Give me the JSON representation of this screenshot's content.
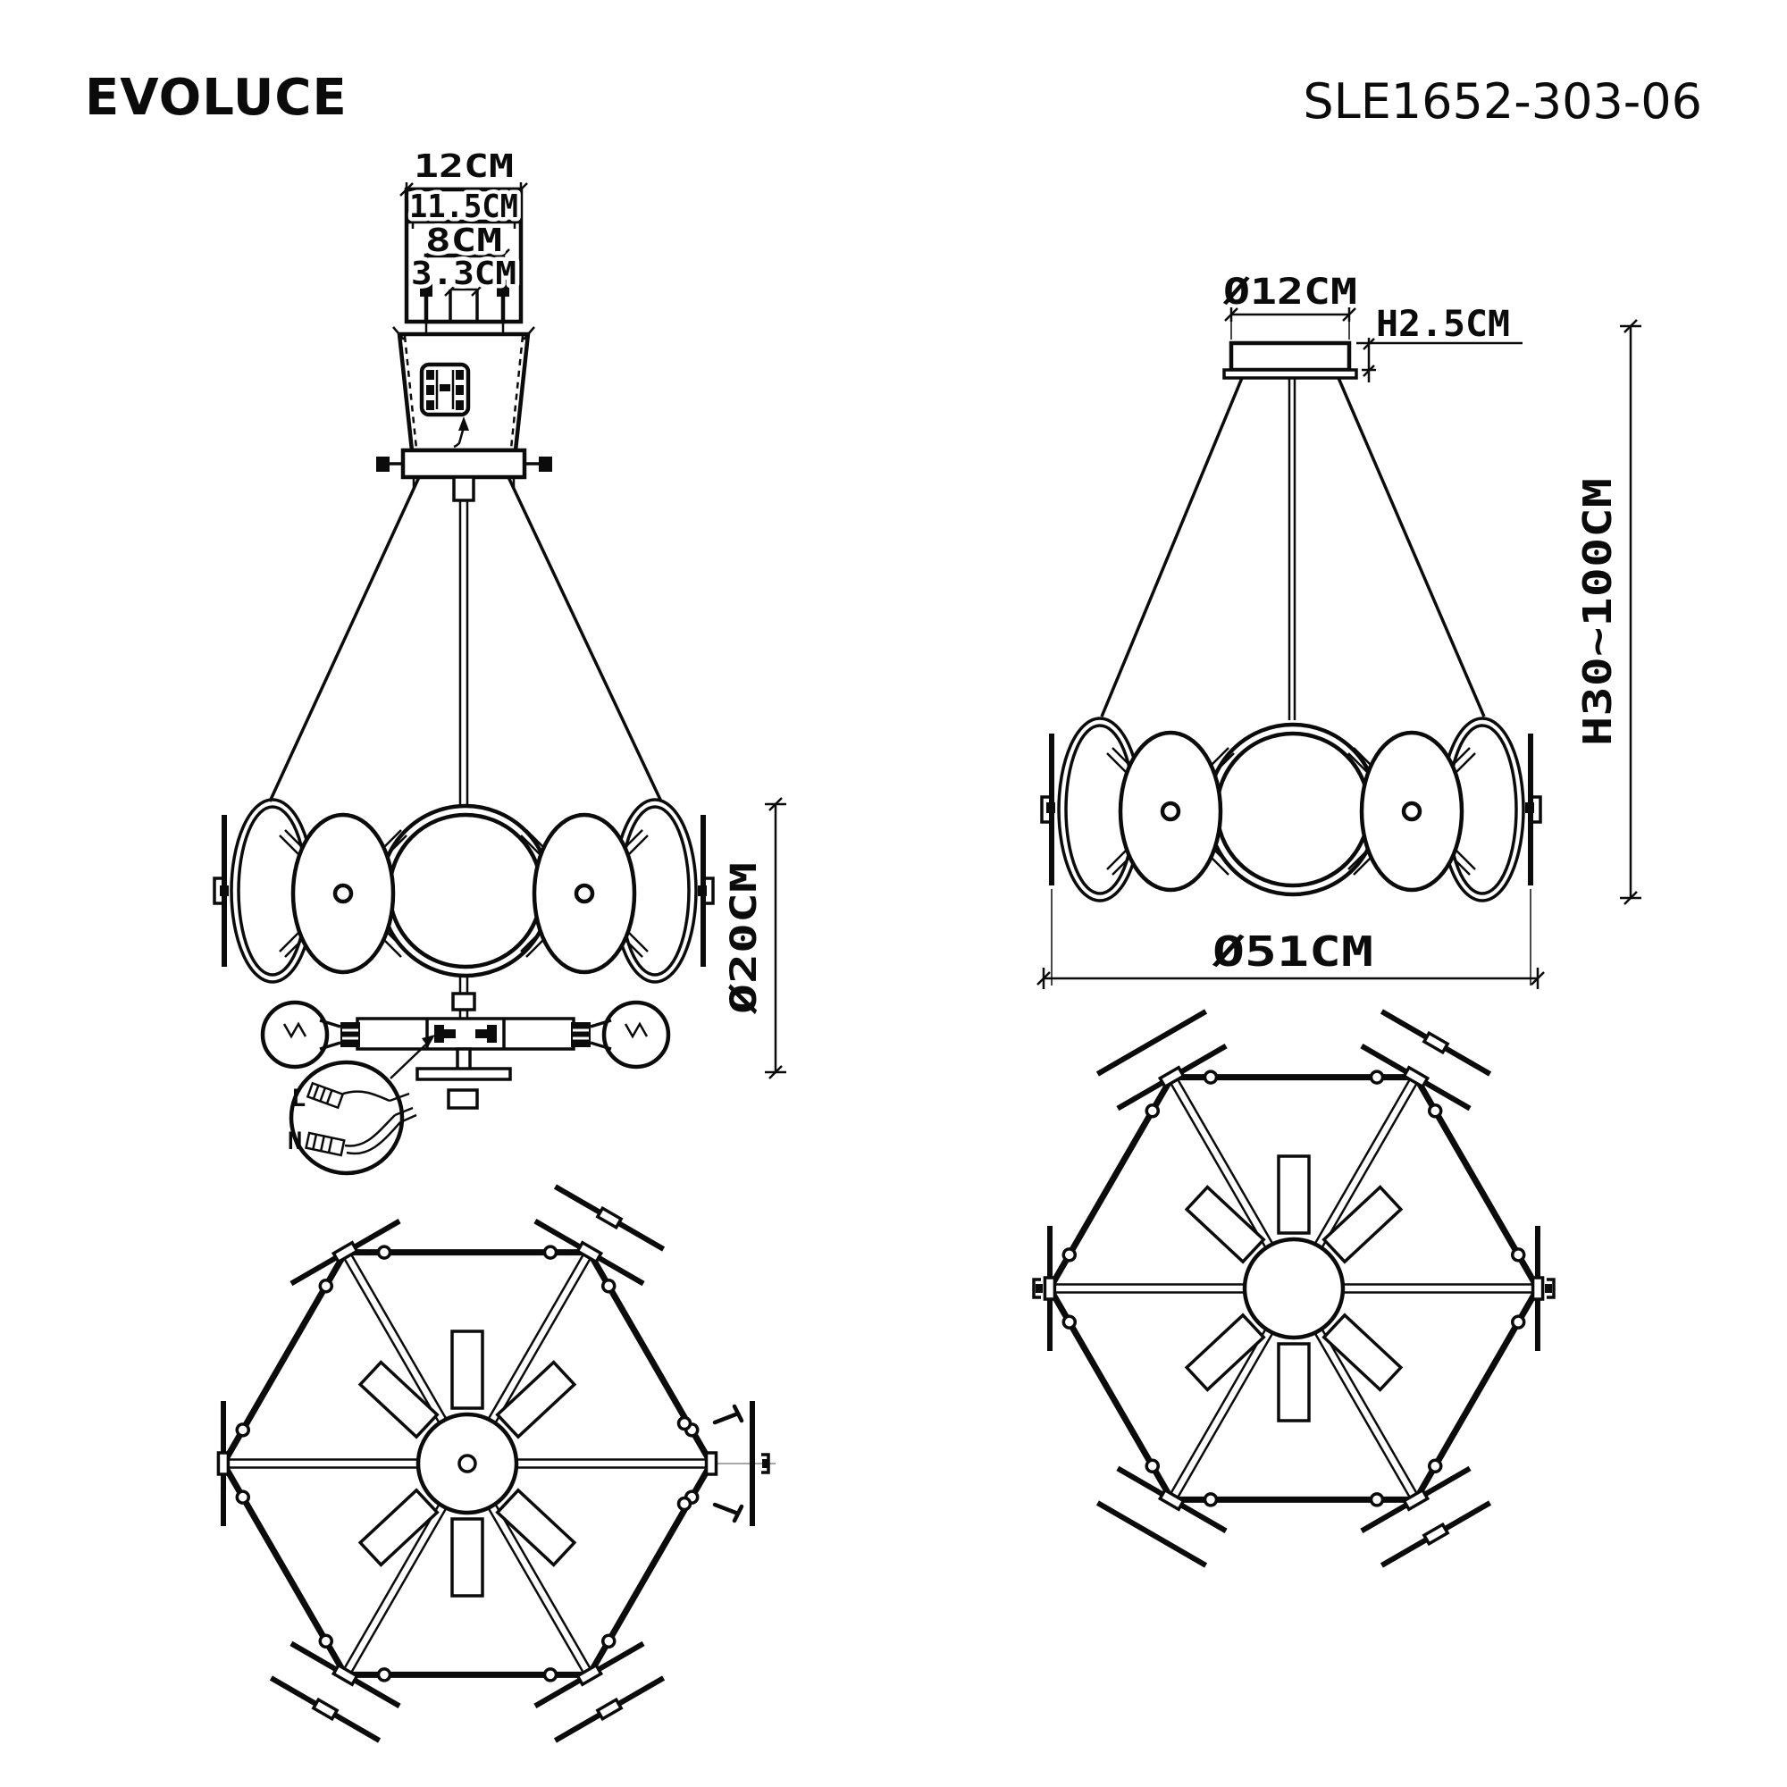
{
  "title": {
    "brand": "EVOLUCE",
    "model": "SLE1652-303-06"
  },
  "colors": {
    "ink": "#0b0b0b",
    "background": "#ffffff"
  },
  "front_view": {
    "labels": {
      "mount_top_width": "12CM",
      "mount_plate_width": "11.5CM",
      "bracket_width": "8CM",
      "slot_width": "3.3CM",
      "body_height": "Ø20CM"
    },
    "wiring": {
      "live": "L",
      "neutral": "N"
    }
  },
  "dimension_view": {
    "labels": {
      "canopy_diameter": "Ø12CM",
      "canopy_height": "H2.5CM",
      "hanging_height": "H30~100CM",
      "body_diameter": "Ø51CM"
    }
  }
}
